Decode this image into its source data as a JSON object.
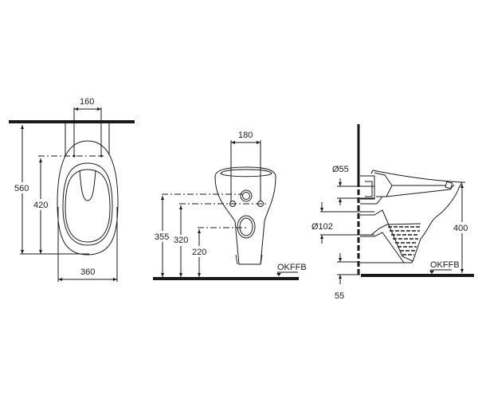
{
  "front_view": {
    "dim_top_width": "160",
    "dim_total_height": "560",
    "dim_inlet_height": "420",
    "dim_bottom_width": "360"
  },
  "rear_view": {
    "dim_top_width": "180",
    "dim_height_1": "355",
    "dim_height_2": "320",
    "dim_height_3": "220",
    "floor_label": "OKFFB"
  },
  "side_view": {
    "dim_inlet_diameter": "Ø55",
    "dim_outlet_diameter": "Ø102",
    "dim_height": "400",
    "dim_bottom_offset": "55",
    "floor_label": "OKFFB"
  }
}
